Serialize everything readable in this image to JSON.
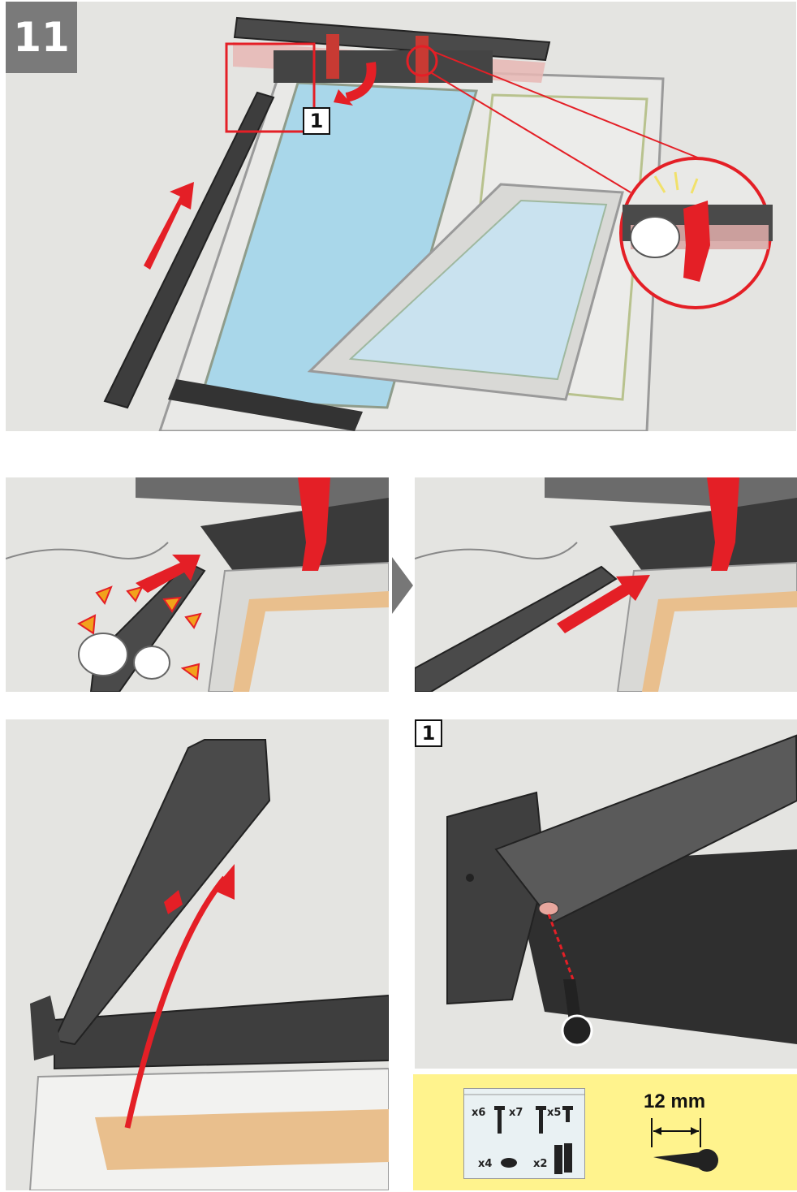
{
  "step": {
    "number": "11"
  },
  "callouts": {
    "detail_label": "1",
    "detail_panel_label": "1"
  },
  "parts": {
    "quantities": [
      "x6",
      "x7",
      "x5",
      "x4",
      "x2"
    ],
    "screw_length": "12 mm"
  },
  "colors": {
    "accent": "#e41f26",
    "panel_bg": "#e4e4e1",
    "info_bg": "#fff38d",
    "badge_bg": "#7a7a7a"
  }
}
